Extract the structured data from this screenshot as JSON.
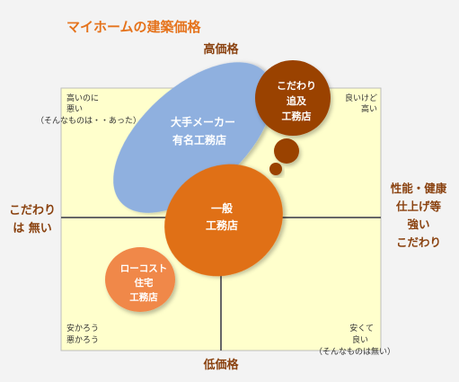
{
  "title": "マイホームの建築価格",
  "axis": {
    "top": "高価格",
    "bottom": "低価格",
    "left": [
      "こだわり",
      "は 無い"
    ],
    "right": [
      "性能・健康",
      "仕上げ等",
      "強い",
      "こだわり"
    ]
  },
  "corners": {
    "top_left": [
      "高いのに",
      "悪い",
      "（そんなものは・・あった）"
    ],
    "top_right": [
      "良いけど",
      "高い"
    ],
    "bottom_left": [
      "安かろう",
      "悪かろう"
    ],
    "bottom_right": [
      "安くて",
      "良い",
      "（そんなものは無い）"
    ]
  },
  "groups": {
    "large_maker": [
      "大手メーカー",
      "有名工務店"
    ],
    "general": [
      "一般",
      "工務店"
    ],
    "low_cost": [
      "ローコスト",
      "住宅",
      "工務店"
    ],
    "kodawari": [
      "こだわり",
      "追及",
      "工務店"
    ]
  },
  "colors": {
    "title": "#e5731c",
    "axis_label": "#8a4210",
    "plot_bg": "#ffffcc",
    "large_maker": "#8fb0df",
    "general": "#e06f12",
    "low_cost": "#f0884a",
    "kodawari": "#9a4206"
  }
}
